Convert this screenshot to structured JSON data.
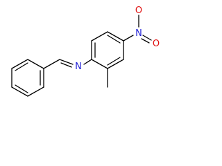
{
  "structure": {
    "atoms": {
      "imine_nitrogen": {
        "symbol": "N",
        "color": "#1f1fd6"
      },
      "nitro_nitrogen": {
        "symbol": "N",
        "color": "#1f1fd6"
      },
      "nitro_oxygen_top": {
        "symbol": "O",
        "color": "#e01010"
      },
      "nitro_oxygen_bottom": {
        "symbol": "O",
        "color": "#e01010"
      }
    },
    "bond_color": "#000000",
    "background": "#ffffff"
  }
}
